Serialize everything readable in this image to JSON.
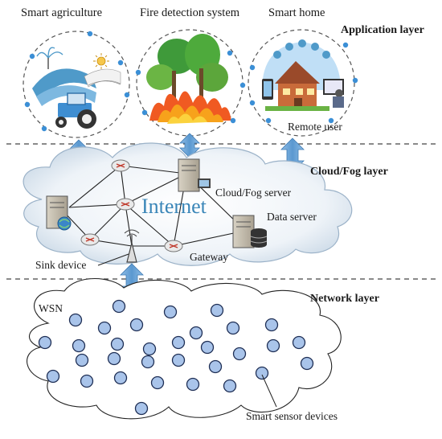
{
  "application": {
    "items": [
      {
        "id": "agri",
        "label": "Smart agriculture",
        "icon": "tractor-field-icon"
      },
      {
        "id": "fire",
        "label": "Fire detection system",
        "icon": "forest-fire-icon"
      },
      {
        "id": "home",
        "label": "Smart home",
        "icon": "smart-house-icon"
      }
    ],
    "remote_user": "Remote user",
    "layer_label": "Application layer"
  },
  "cloud": {
    "layer_label": "Cloud/Fog layer",
    "internet": "Internet",
    "cloud_server": "Cloud/Fog server",
    "data_server": "Data server",
    "gateway": "Gateway",
    "sink_device": "Sink device"
  },
  "network": {
    "layer_label": "Network layer",
    "wsn": "WSN",
    "sensors_label": "Smart sensor devices",
    "sensor_count": 32
  },
  "colors": {
    "sensor_fill": "#a9c4ea",
    "cloud_fill": "#e3ecf5",
    "internet_text": "#3a86b8",
    "arrow_fill": "#6fa8dc",
    "node_dot": "#3b8fd6"
  }
}
